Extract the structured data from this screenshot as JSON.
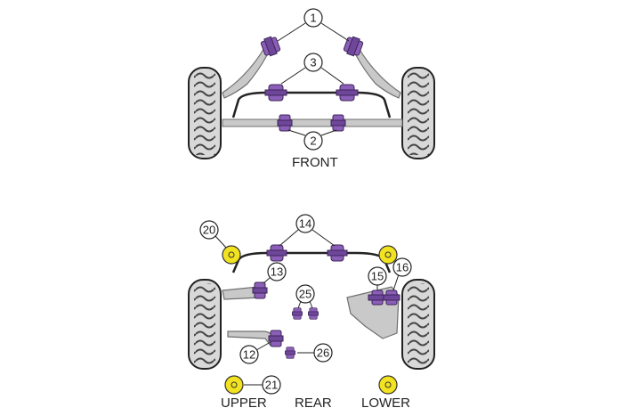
{
  "front": {
    "label": "FRONT",
    "callouts": {
      "c1": "1",
      "c2": "2",
      "c3": "3"
    }
  },
  "rear": {
    "label": "REAR",
    "callouts": {
      "c12": "12",
      "c13": "13",
      "c14": "14",
      "c15": "15",
      "c16": "16",
      "c20": "20",
      "c21": "21",
      "c25": "25",
      "c26": "26"
    }
  },
  "legend": {
    "upper": "UPPER",
    "lower": "LOWER"
  },
  "colors": {
    "bush": "#8b5fb8",
    "bush_dark": "#5e3a86",
    "steel": "#c9c9c9",
    "steel_edge": "#6f6f6f",
    "yellow": "#f2e21f",
    "tyre": "#d8d8d8"
  }
}
